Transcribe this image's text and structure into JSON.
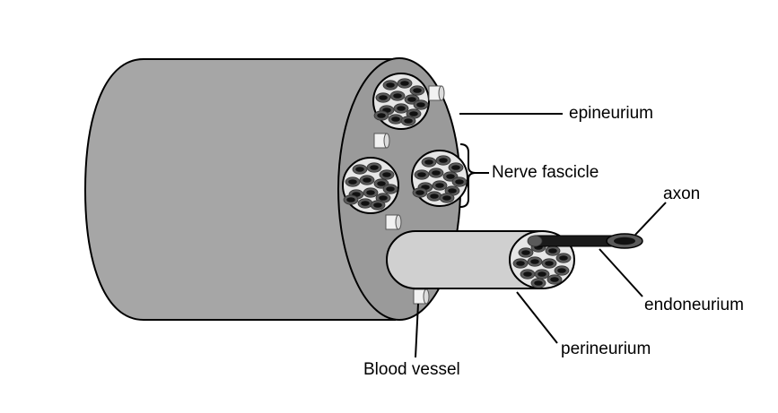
{
  "labels": {
    "epineurium": "epineurium",
    "nerve_fascicle": "Nerve fascicle",
    "axon": "axon",
    "endoneurium": "endoneurium",
    "perineurium": "perineurium",
    "blood_vessel": "Blood vessel"
  },
  "colors": {
    "nerve_body": "#a6a6a6",
    "nerve_end": "#9a9a9a",
    "fascicle_fill": "#e6e6e6",
    "fascicle_tube": "#d0d0d0",
    "axon_outer": "#5a5a5a",
    "axon_inner": "#111111",
    "outline": "#000000"
  }
}
